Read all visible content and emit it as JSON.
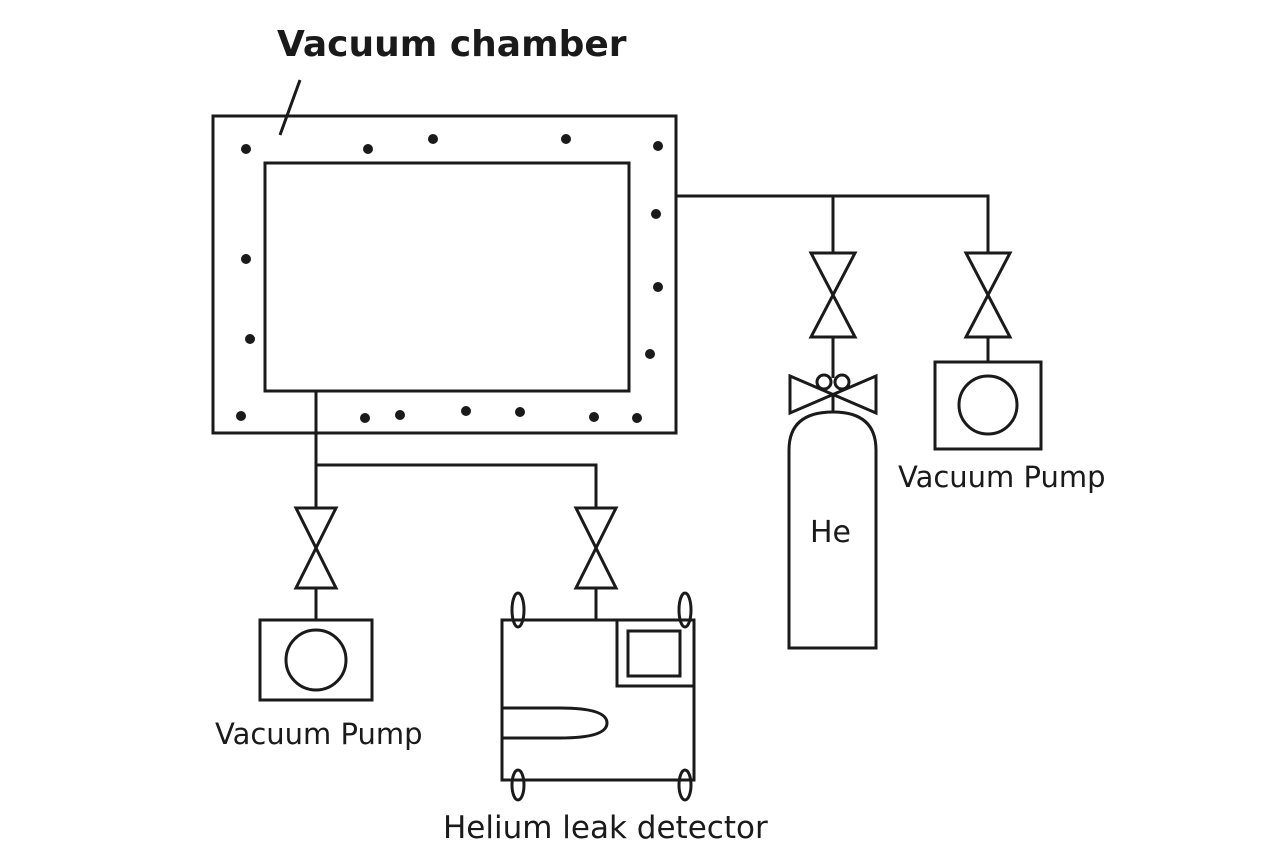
{
  "labels": {
    "chamber": "Vacuum chamber",
    "pump_right": "Vacuum Pump",
    "pump_left": "Vacuum Pump",
    "detector": "Helium leak detector",
    "gas": "He"
  },
  "colors": {
    "stroke": "#1a1a1a",
    "background": "#ffffff"
  },
  "components": {
    "valves": [
      "valve-chamber-pump",
      "valve-leak-detector",
      "valve-helium-supply",
      "valve-right-pump"
    ],
    "icons": [
      "vacuum-chamber-icon",
      "vacuum-pump-icon",
      "helium-cylinder-icon",
      "helium-leak-detector-icon",
      "valve-icon"
    ]
  }
}
